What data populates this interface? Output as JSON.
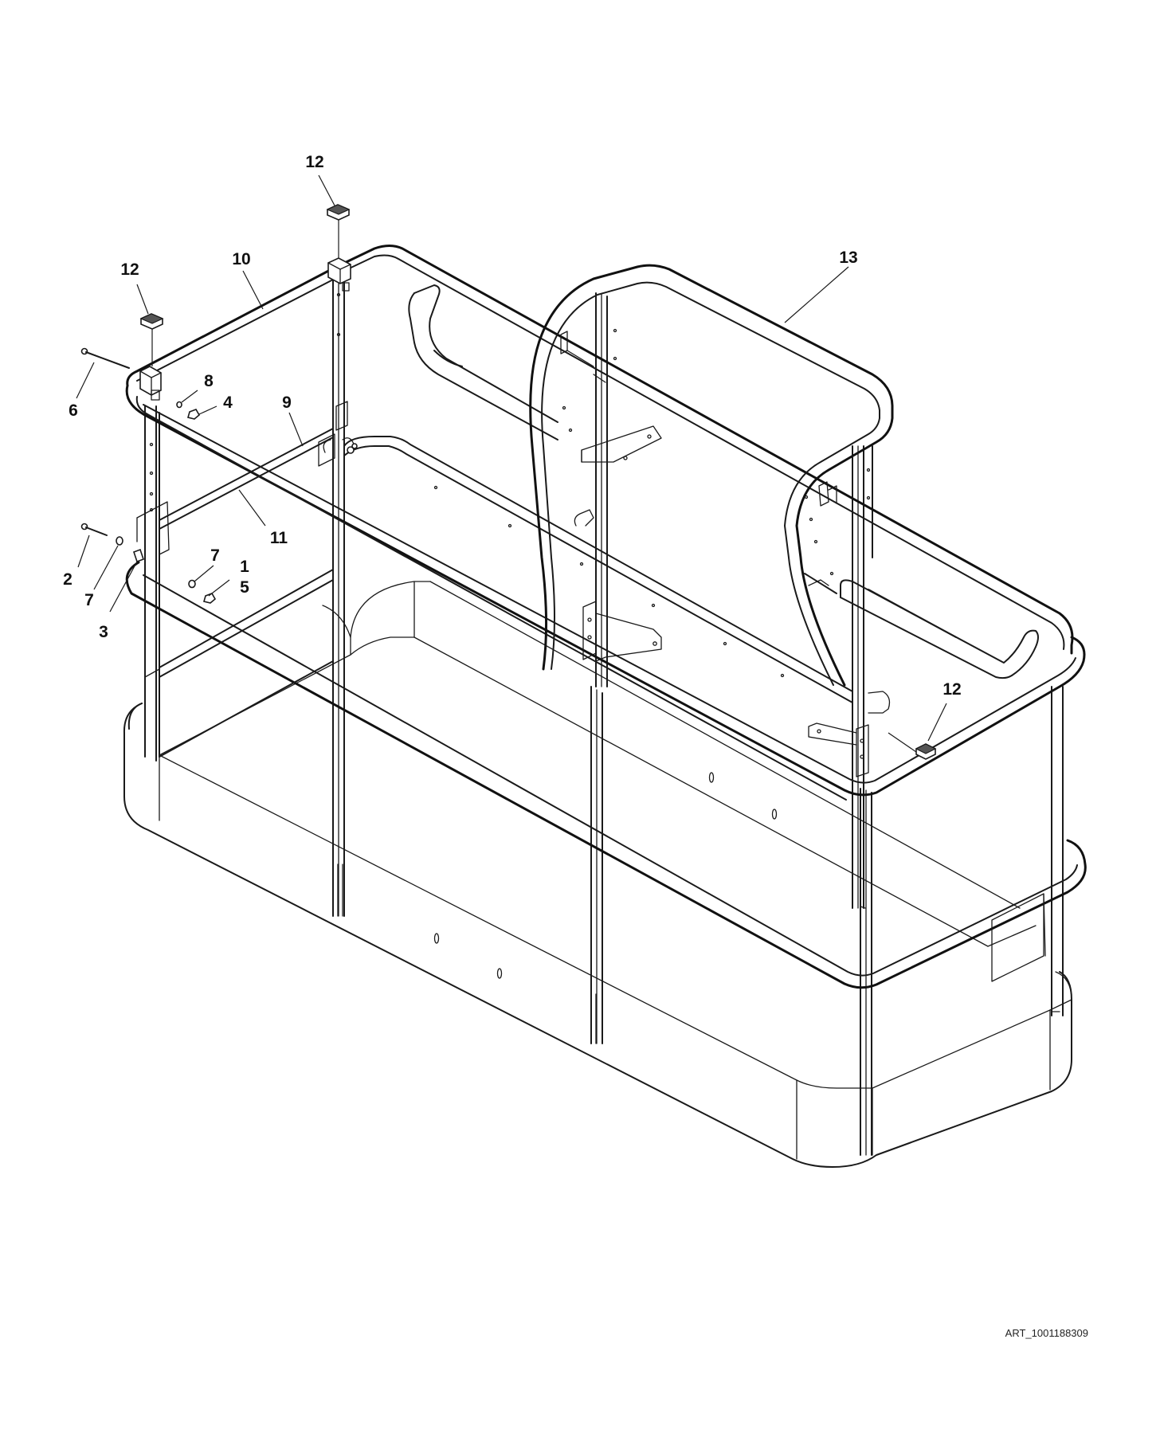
{
  "callouts": {
    "c1": "1",
    "c2": "2",
    "c3": "3",
    "c4": "4",
    "c5": "5",
    "c6": "6",
    "c7a": "7",
    "c7b": "7",
    "c8": "8",
    "c9": "9",
    "c10": "10",
    "c11": "11",
    "c12a": "12",
    "c12b": "12",
    "c12c": "12",
    "c13": "13"
  },
  "art_id": "ART_1001188309"
}
